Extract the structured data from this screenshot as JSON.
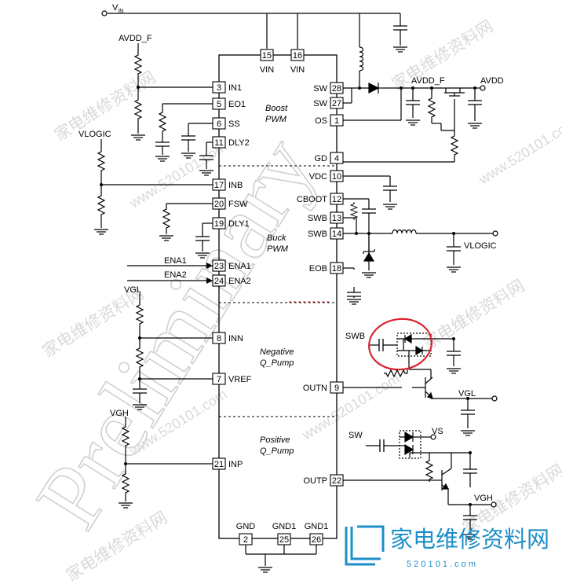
{
  "supply": {
    "vin": "V",
    "vin_sub": "IN"
  },
  "nets": {
    "avdd_f_left": "AVDD_F",
    "avdd_f_right": "AVDD_F",
    "avdd": "AVDD",
    "vlogic_in": "VLOGIC",
    "vlogic_out": "VLOGIC",
    "ena1": "ENA1",
    "ena2": "ENA2",
    "vgl_in": "VGL",
    "vgh_in": "VGH",
    "swb_pump": "SWB",
    "vgl_out": "VGL",
    "sw_pump": "SW",
    "vs": "VS",
    "vgh_out": "VGH"
  },
  "sections": {
    "boost": [
      "Boost",
      "PWM"
    ],
    "buck": [
      "Buck",
      "PWM"
    ],
    "negative": [
      "Negative",
      "Q_Pump"
    ],
    "positive": [
      "Positive",
      "Q_Pump"
    ]
  },
  "pins": {
    "top": [
      {
        "num": "15",
        "name": "VIN"
      },
      {
        "num": "16",
        "name": "VIN"
      }
    ],
    "left": [
      {
        "num": "3",
        "name": "IN1"
      },
      {
        "num": "5",
        "name": "EO1"
      },
      {
        "num": "6",
        "name": "SS"
      },
      {
        "num": "11",
        "name": "DLY2"
      },
      {
        "num": "17",
        "name": "INB"
      },
      {
        "num": "20",
        "name": "FSW"
      },
      {
        "num": "19",
        "name": "DLY1"
      },
      {
        "num": "23",
        "name": "ENA1"
      },
      {
        "num": "24",
        "name": "ENA2"
      },
      {
        "num": "8",
        "name": "INN"
      },
      {
        "num": "7",
        "name": "VREF"
      },
      {
        "num": "21",
        "name": "INP"
      }
    ],
    "right": [
      {
        "num": "28",
        "name": "SW"
      },
      {
        "num": "27",
        "name": "SW"
      },
      {
        "num": "1",
        "name": "OS"
      },
      {
        "num": "4",
        "name": "GD"
      },
      {
        "num": "10",
        "name": "VDC"
      },
      {
        "num": "12",
        "name": "CBOOT"
      },
      {
        "num": "13",
        "name": "SWB"
      },
      {
        "num": "14",
        "name": "SWB"
      },
      {
        "num": "18",
        "name": "EOB"
      },
      {
        "num": "9",
        "name": "OUTN"
      },
      {
        "num": "22",
        "name": "OUTP"
      }
    ],
    "bottom": [
      {
        "num": "2",
        "name": "GND"
      },
      {
        "num": "25",
        "name": "GND1"
      },
      {
        "num": "26",
        "name": "GND1"
      }
    ]
  },
  "watermark": {
    "main": "Preliminary",
    "cn": "家电维修资料网",
    "url": "www.520101.com",
    "logo_cn": "家电维修资料网",
    "logo_url": "5 2 0 1 0 1 . c o m"
  },
  "colors": {
    "line": "#000000",
    "highlight": "#d9232e",
    "logo": "#1c8fc8",
    "watermark": "#c8c8c8"
  }
}
